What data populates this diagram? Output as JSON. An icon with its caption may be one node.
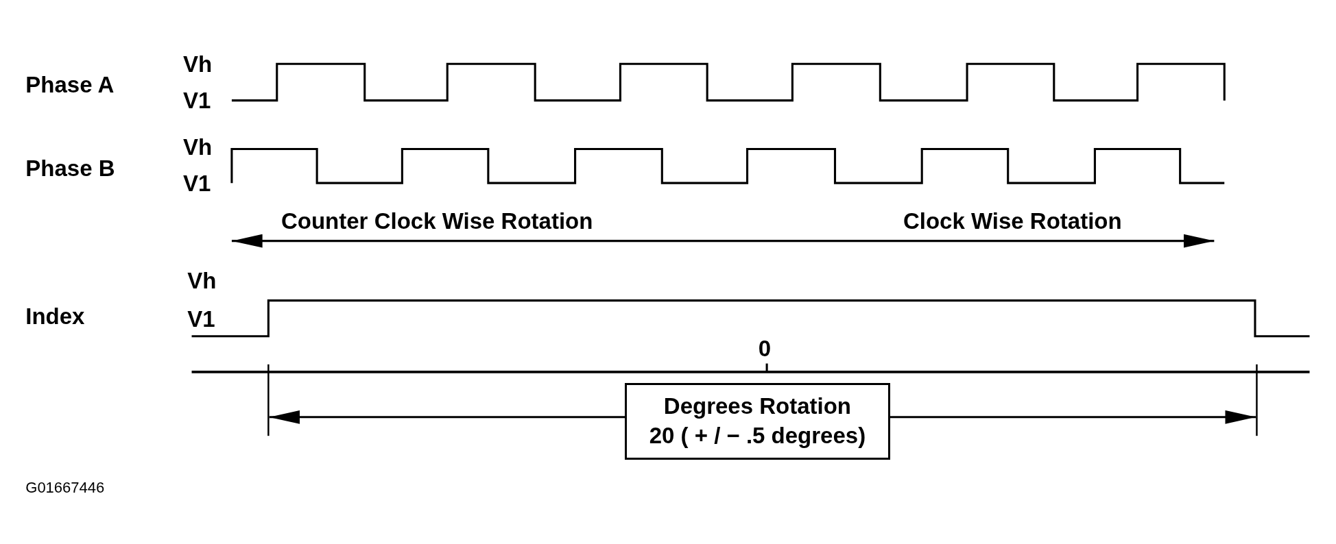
{
  "diagram": {
    "nodes": [
      {
        "text": [
          "Degrees Rotation",
          "20 ( + / − .5 degrees)"
        ]
      }
    ],
    "labels": [
      "Vh",
      "Phase A",
      "V1",
      "Vh",
      "Phase B",
      "V1",
      "Counter Clock Wise Rotation",
      "Clock Wise Rotation",
      "Vh",
      "Index",
      "V1",
      "0",
      "G01667446"
    ]
  }
}
